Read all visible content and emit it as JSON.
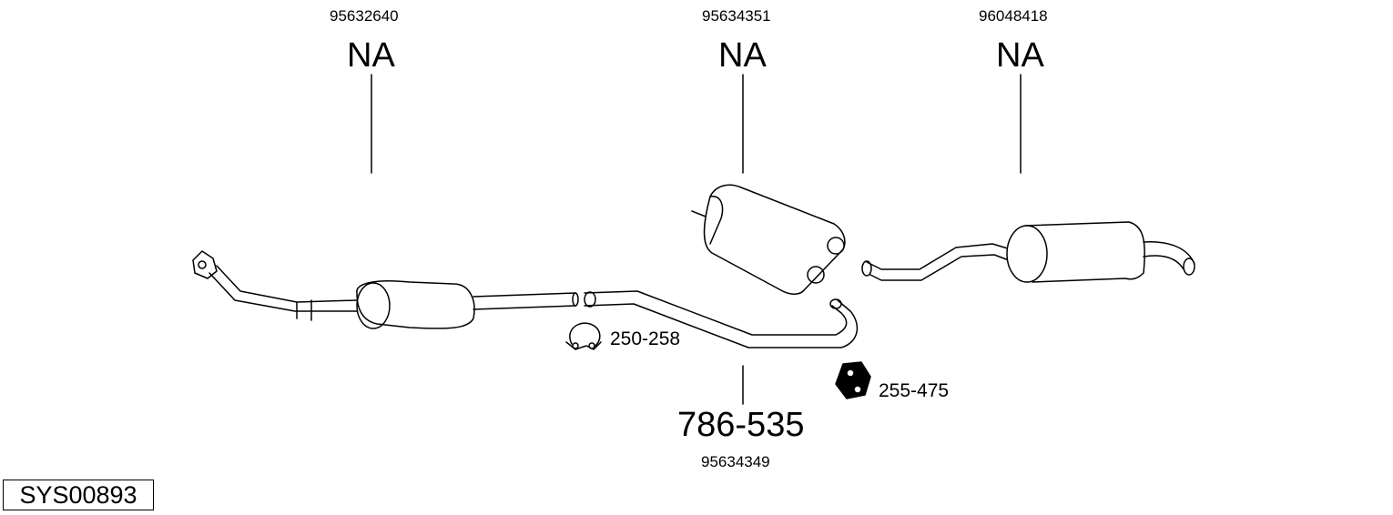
{
  "parts": {
    "front_pipe": {
      "oem": "95632640",
      "ref": "NA"
    },
    "middle_silencer": {
      "oem": "95634351",
      "ref": "NA"
    },
    "rear_silencer": {
      "oem": "96048418",
      "ref": "NA"
    },
    "connecting_pipe": {
      "oem": "95634349",
      "ref": "786-535"
    }
  },
  "accessories": {
    "clamp": {
      "ref": "250-258",
      "icon": "clamp-icon"
    },
    "rubber_mount": {
      "ref": "255-475",
      "icon": "rubber-mount-icon"
    }
  },
  "system_code": "SYS00893"
}
